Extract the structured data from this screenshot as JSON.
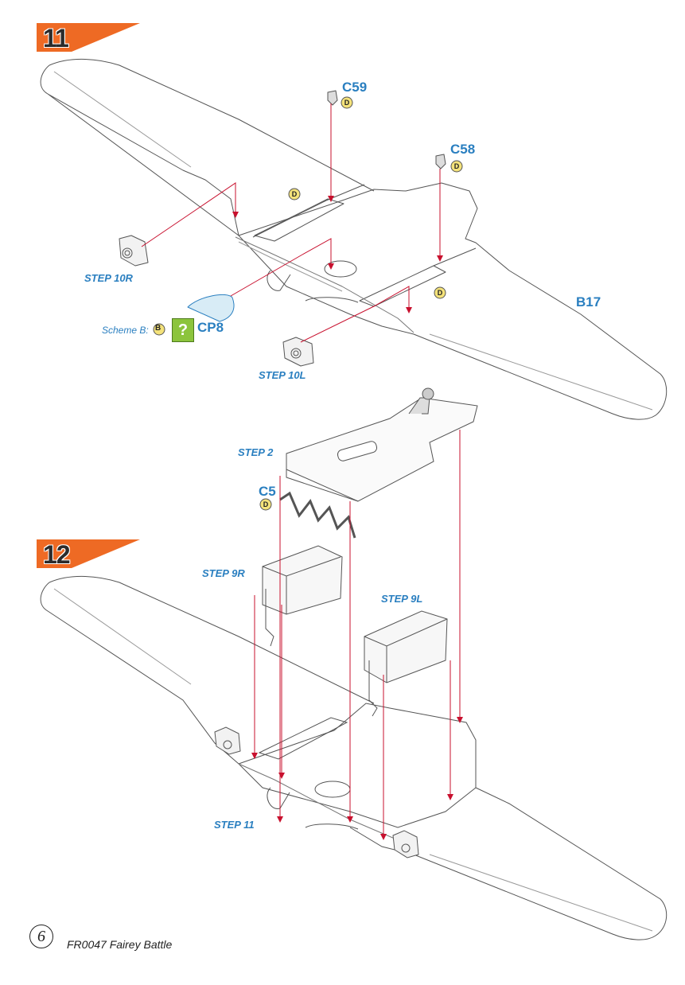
{
  "steps": [
    {
      "number": "11"
    },
    {
      "number": "12"
    }
  ],
  "step11": {
    "parts": {
      "c59": "C59",
      "c58": "C58",
      "b17": "B17",
      "cp8": "CP8"
    },
    "refs": {
      "step10r": "STEP 10R",
      "step10l": "STEP 10L"
    },
    "scheme_label": "Scheme B:",
    "paint_code_b": "B",
    "paint_code_d": "D",
    "question_mark": "?"
  },
  "step12": {
    "parts": {
      "c5": "C5"
    },
    "refs": {
      "step2": "STEP 2",
      "step9r": "STEP 9R",
      "step9l": "STEP 9L",
      "step11": "STEP 11"
    }
  },
  "footer": {
    "page_number": "6",
    "title": "FR0047 Fairey Battle"
  },
  "colors": {
    "accent": "#ee6a24",
    "label_blue": "#2a7fc0",
    "guide_red": "#c8102e",
    "paint_yellow": "#e8c62a"
  }
}
